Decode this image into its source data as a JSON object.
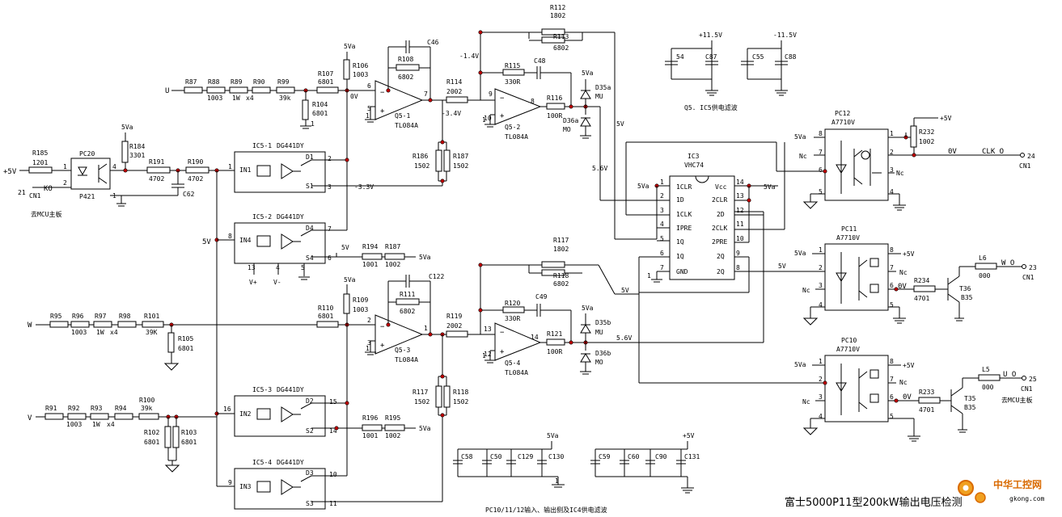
{
  "title": "富士5000P11型200kW输出电压检测",
  "watermark": {
    "text": "中华工控网",
    "url": "gkong.com",
    "color": "#d96a00"
  },
  "notes": {
    "q5_supply": "Q5. IC5供电滤波",
    "pc_supply": "PC10/11/12输入、输出侧及IC4供电滤波"
  },
  "inputs": {
    "u": "U",
    "w": "W",
    "v": "V",
    "plus5v": "+5V",
    "pin21": "21",
    "cn1_a": "CN1",
    "ko": "KO",
    "to_mcu_a": "去MCU主板"
  },
  "outputs": {
    "clko": "CLK O",
    "pin24": "24",
    "cn1_24": "CN1",
    "wo": "W O",
    "pin23": "23",
    "cn1_23": "CN1",
    "uo": "U O",
    "pin25": "25",
    "cn1_25": "CN1",
    "to_mcu_b": "去MCU主板"
  },
  "u_chain": [
    {
      "ref": "R87",
      "val": ""
    },
    {
      "ref": "R88",
      "val": "1003"
    },
    {
      "ref": "R89",
      "val": "1W"
    },
    {
      "ref": "R90",
      "val": "x4"
    },
    {
      "ref": "R99",
      "val": "39k"
    },
    {
      "ref": "R107",
      "val": "6801"
    }
  ],
  "w_chain": [
    {
      "ref": "R95",
      "val": ""
    },
    {
      "ref": "R96",
      "val": "1003"
    },
    {
      "ref": "R97",
      "val": "1W"
    },
    {
      "ref": "R98",
      "val": "x4"
    },
    {
      "ref": "R101",
      "val": "39K"
    },
    {
      "ref": "R110",
      "val": "6801"
    }
  ],
  "v_chain": [
    {
      "ref": "R91",
      "val": ""
    },
    {
      "ref": "R92",
      "val": "1003"
    },
    {
      "ref": "R93",
      "val": "1W"
    },
    {
      "ref": "R94",
      "val": "x4"
    },
    {
      "ref": "R100",
      "val": "39k"
    }
  ],
  "parts": {
    "r185": [
      "R185",
      "1201"
    ],
    "r184": [
      "R184",
      "3301"
    ],
    "r191": [
      "R191",
      "4702"
    ],
    "r190": [
      "R190",
      "4702"
    ],
    "c62": "C62",
    "pc20": [
      "PC20",
      "P421"
    ],
    "r106": [
      "R106",
      "1003"
    ],
    "r104": [
      "R104",
      "6801"
    ],
    "r108": [
      "R108",
      "6802"
    ],
    "c46": "C46",
    "r114": [
      "R114",
      "2002"
    ],
    "r115": [
      "R115",
      "330R"
    ],
    "c48": "C48",
    "r116": [
      "R116",
      "100R"
    ],
    "r112": [
      "R112",
      "1802"
    ],
    "r113": [
      "R113",
      "6802"
    ],
    "r186": [
      "R186",
      "1502"
    ],
    "r187a": [
      "R187",
      "1502"
    ],
    "r194": [
      "R194",
      "1001"
    ],
    "r187b": [
      "R187",
      "1002"
    ],
    "r109": [
      "R109",
      "1003"
    ],
    "r105": [
      "R105",
      "6801"
    ],
    "r111": [
      "R111",
      "6802"
    ],
    "c122": "C122",
    "r119": [
      "R119",
      "2002"
    ],
    "r120": [
      "R120",
      "330R"
    ],
    "c49": "C49",
    "r121": [
      "R121",
      "100R"
    ],
    "r117a": [
      "R117",
      "1802"
    ],
    "r118a": [
      "R118",
      "6802"
    ],
    "r117b": [
      "R117",
      "1502"
    ],
    "r118b": [
      "R118",
      "1502"
    ],
    "r102": [
      "R102",
      "6801"
    ],
    "r103": [
      "R103",
      "6801"
    ],
    "r196": [
      "R196",
      "1001"
    ],
    "r195": [
      "R195",
      "1002"
    ],
    "r232": [
      "R232",
      "1002"
    ],
    "r234": [
      "R234",
      "4701"
    ],
    "r233": [
      "R233",
      "4701"
    ],
    "l6": [
      "L6",
      "000"
    ],
    "l5": [
      "L5",
      "000"
    ],
    "t36": [
      "T36",
      "B35"
    ],
    "t35": [
      "T35",
      "B35"
    ],
    "d35a": [
      "D35a",
      "MU"
    ],
    "d36a": [
      "D36a",
      "MO"
    ],
    "d35b": [
      "D35b",
      "MU"
    ],
    "d36b": [
      "D36b",
      "MO"
    ],
    "c54": "54",
    "c87": "C87",
    "c55": "C55",
    "c88": "C88"
  },
  "opamps": {
    "q51": [
      "Q5-1",
      "TL084A"
    ],
    "q52": [
      "Q5-2",
      "TL084A"
    ],
    "q53": [
      "Q5-3",
      "TL084A"
    ],
    "q54": [
      "Q5-4",
      "TL084A"
    ]
  },
  "switches": {
    "ic51": {
      "name": "IC5-1",
      "part": "DG441DY",
      "in": "IN1",
      "d": "D1",
      "s": "S1",
      "pin_in": "1",
      "pin_d": "2",
      "pin_s": "3"
    },
    "ic52": {
      "name": "IC5-2",
      "part": "DG441DY",
      "in": "IN4",
      "d": "D4",
      "s": "S4",
      "pin_in": "8",
      "pin_d": "7",
      "pin_s": "6"
    },
    "ic53": {
      "name": "IC5-3",
      "part": "DG441DY",
      "in": "IN2",
      "d": "D2",
      "s": "S2",
      "pin_in": "16",
      "pin_d": "15",
      "pin_s": "14"
    },
    "ic54": {
      "name": "IC5-4",
      "part": "DG441DY",
      "in": "IN3",
      "d": "D3",
      "s": "S3",
      "pin_in": "9",
      "pin_d": "10",
      "pin_s": "11"
    }
  },
  "ic3": {
    "name": "IC3",
    "part": "VHC74",
    "left": [
      {
        "pin": "1",
        "label": "1CLR"
      },
      {
        "pin": "2",
        "label": "1D"
      },
      {
        "pin": "3",
        "label": "1CLK"
      },
      {
        "pin": "4",
        "label": "IPRE"
      },
      {
        "pin": "5",
        "label": "1Q"
      },
      {
        "pin": "6",
        "label": "1Q"
      },
      {
        "pin": "7",
        "label": "GND"
      }
    ],
    "right": [
      {
        "pin": "14",
        "label": "Vcc"
      },
      {
        "pin": "13",
        "label": "2CLR"
      },
      {
        "pin": "12",
        "label": "2D"
      },
      {
        "pin": "11",
        "label": "2CLK"
      },
      {
        "pin": "10",
        "label": "2PRE"
      },
      {
        "pin": "9",
        "label": "2Q"
      },
      {
        "pin": "8",
        "label": "2Q"
      }
    ]
  },
  "optos": {
    "pc12": {
      "name": "PC12",
      "part": "A7710V"
    },
    "pc11": {
      "name": "PC11",
      "part": "A7710V"
    },
    "pc10": {
      "name": "PC10",
      "part": "A7710V"
    }
  },
  "rails": {
    "p5va": "5Va",
    "p5v": "+5V",
    "p11": "+11.5V",
    "m11": "-11.5V",
    "v5": "5V",
    "vplus": "V+",
    "vminus": "V-"
  },
  "nets": {
    "ov": "0V",
    "m14": "-1.4V",
    "m34": "-3.4V",
    "m33": "-3.3V",
    "s5v": "5V",
    "s56": "5.6V",
    "nc": "Nc"
  },
  "opto_pins": {
    "p1": "1",
    "p2": "2",
    "p3": "3",
    "p4": "4",
    "p5": "5",
    "p6": "6",
    "p7": "7",
    "p8": "8"
  },
  "caps_bottom": [
    "C58",
    "C50",
    "C129",
    "C130",
    "C59",
    "C60",
    "C90",
    "C131"
  ]
}
